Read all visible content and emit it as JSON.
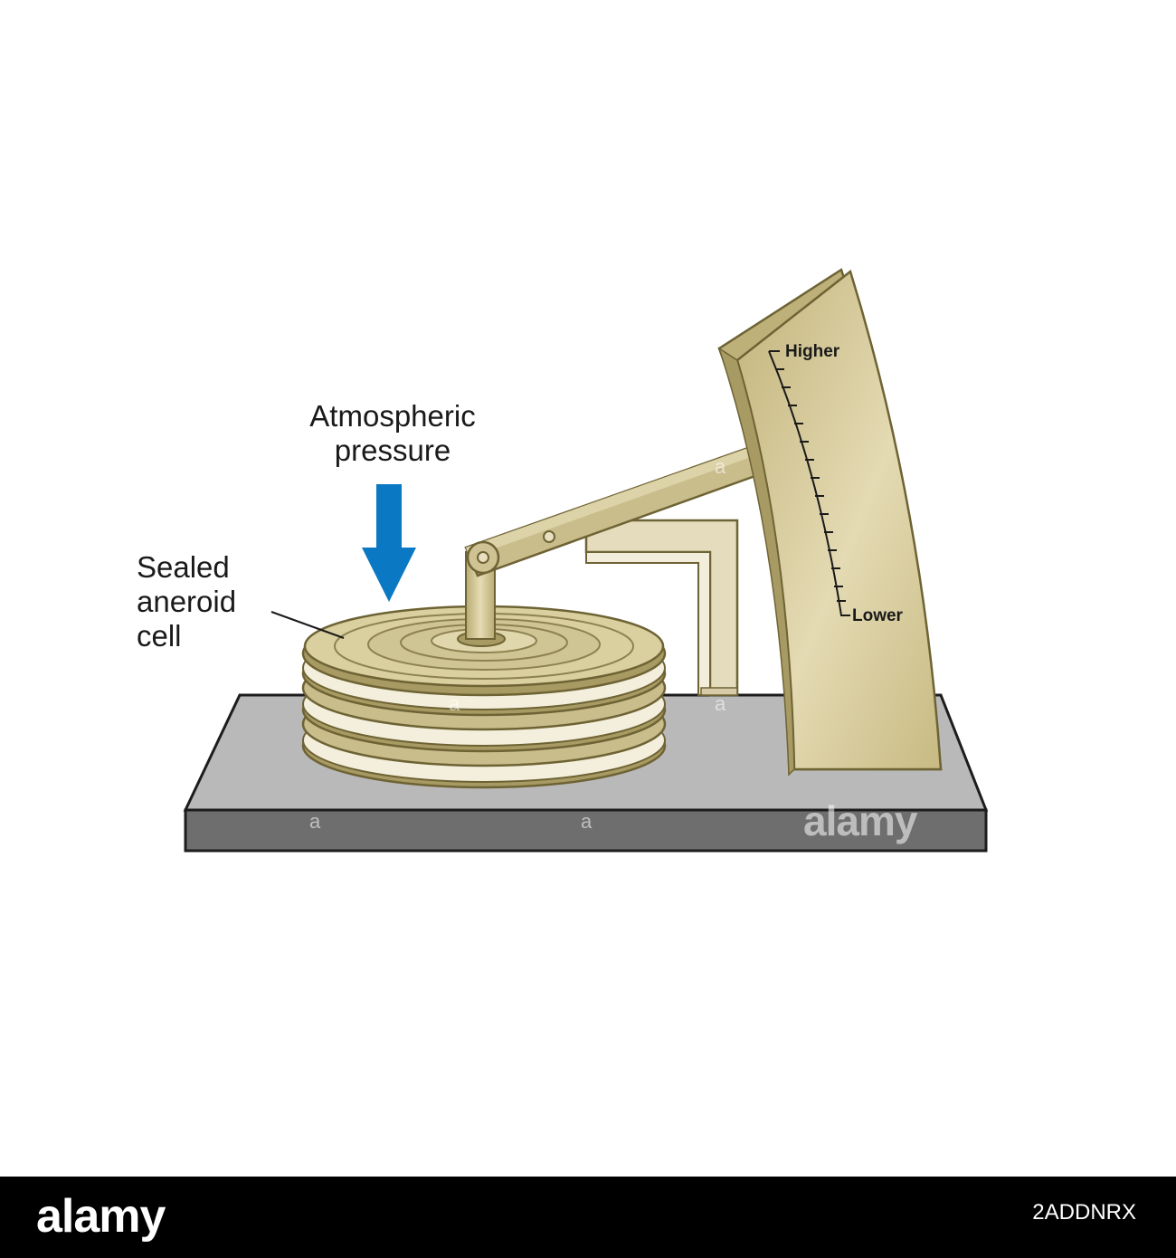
{
  "labels": {
    "atmospheric_line1": "Atmospheric",
    "atmospheric_line2": "pressure",
    "sealed_line1": "Sealed",
    "sealed_line2": "aneroid",
    "sealed_line3": "cell",
    "scale_high": "Higher",
    "scale_low": "Lower"
  },
  "watermark": {
    "text": "alamy",
    "mark": "a"
  },
  "footer": {
    "brand": "alamy",
    "image_id": "2ADDNRX"
  },
  "colors": {
    "arrow": "#0a78c2",
    "brass": "#cfc394",
    "brass_dark": "#a89a63",
    "outline": "#6e6334",
    "base_top": "#b9b9b9",
    "base_front": "#6e6e6e"
  },
  "icons": {
    "pressure_arrow": "down-arrow-icon",
    "pivot": "pivot-icon"
  }
}
